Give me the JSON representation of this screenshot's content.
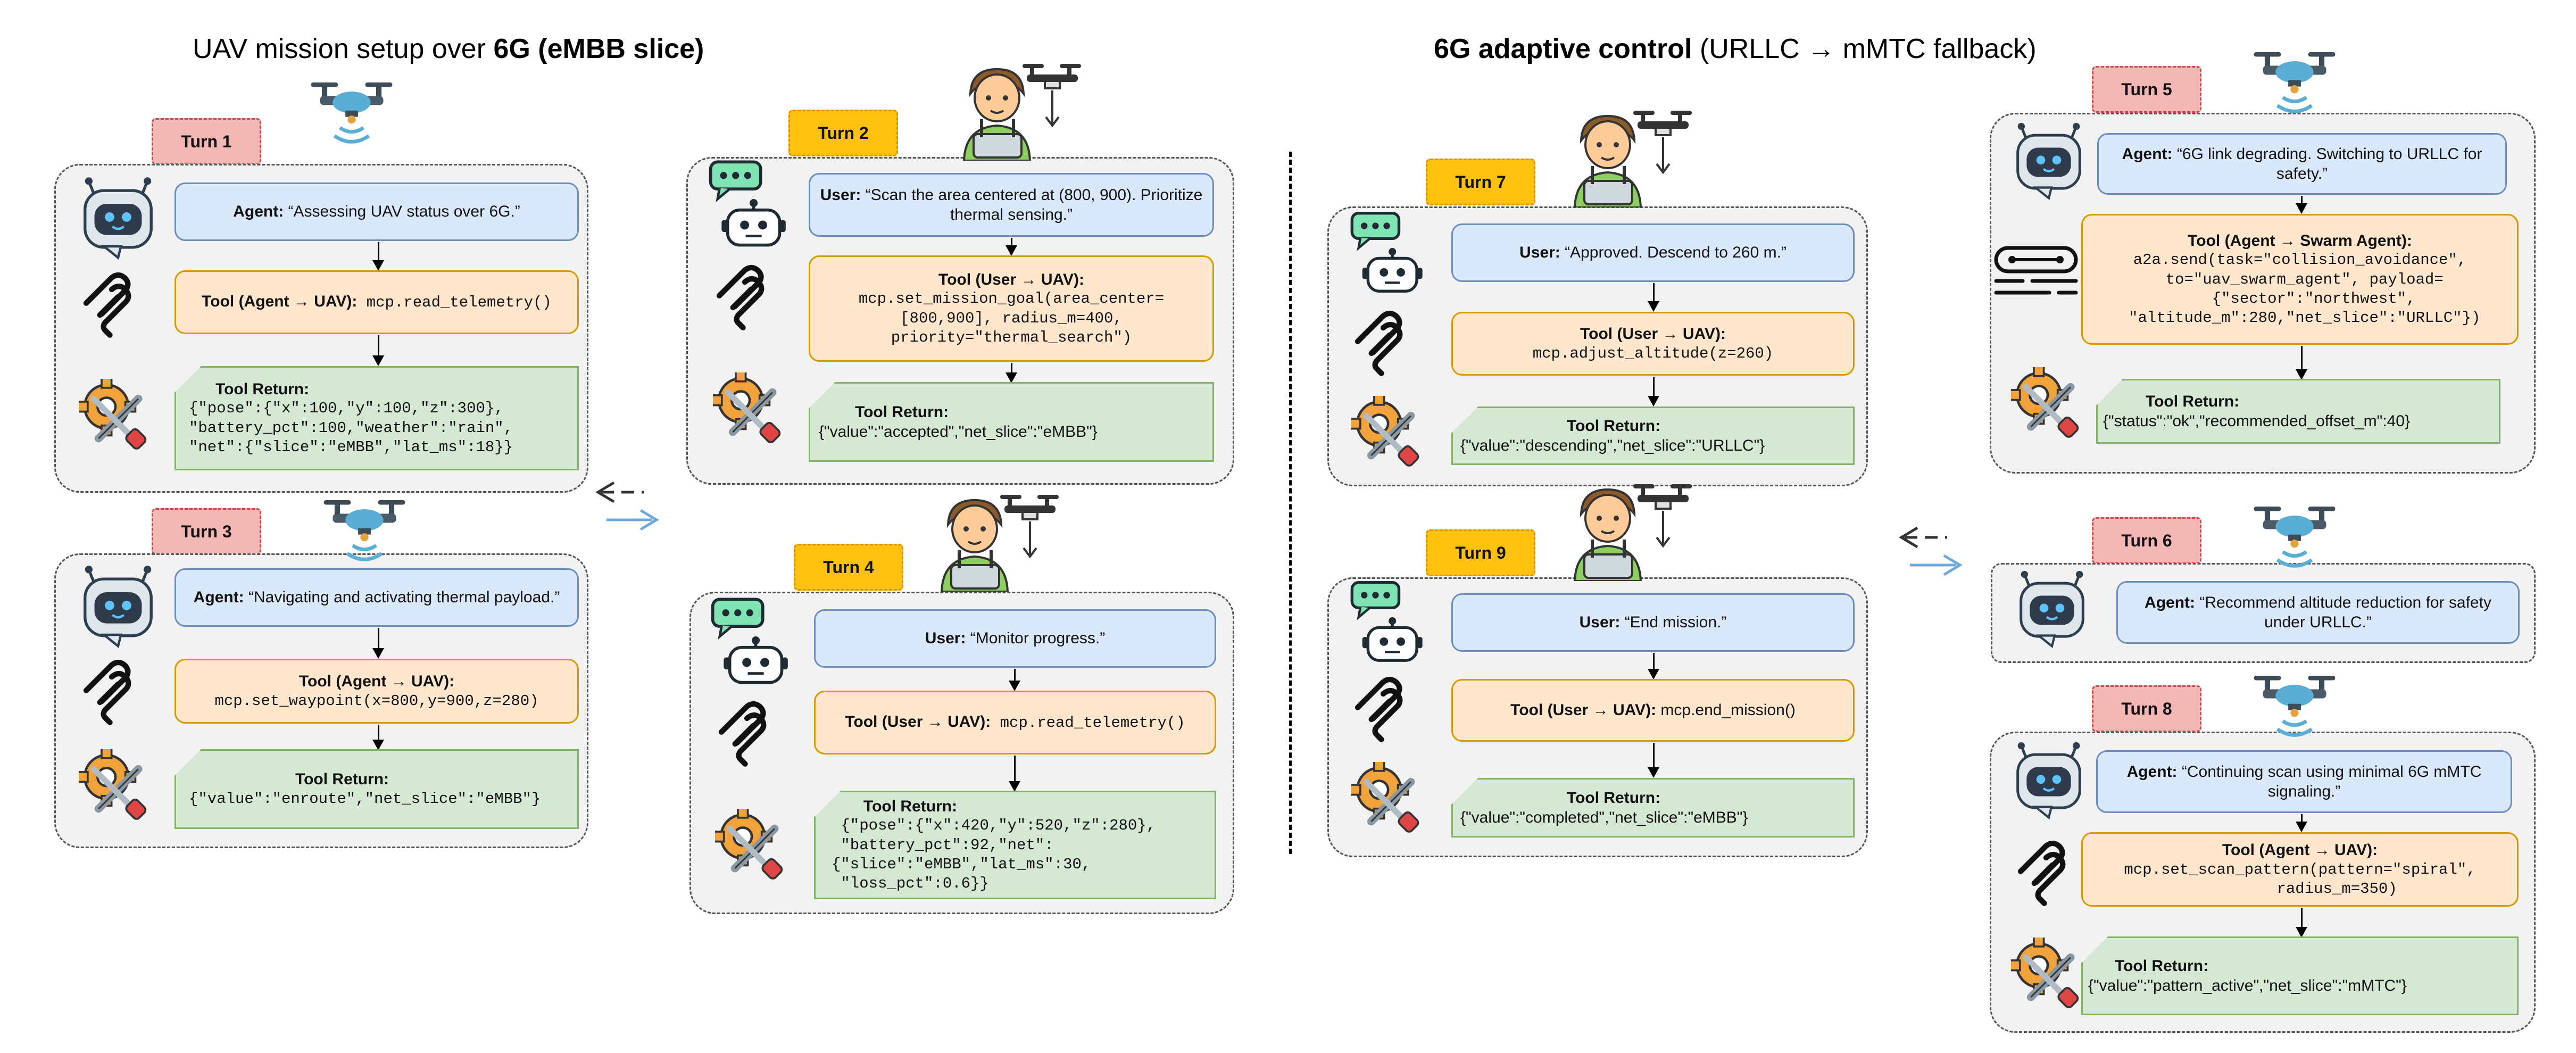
{
  "titles": {
    "left_normal": "UAV mission setup over ",
    "left_bold": "6G (eMBB slice)",
    "right_bold": "6G adaptive control",
    "right_normal": " (URLLC → mMTC fallback)"
  },
  "turns": {
    "t1": {
      "label": "Turn 1",
      "agent_label": "Agent:",
      "agent_text": " “Assessing UAV status over 6G.”",
      "tool_label": "Tool (Agent → UAV):",
      "tool_code": " mcp.read_telemetry()",
      "return_label": "Tool Return:",
      "return_code": "{\"pose\":{\"x\":100,\"y\":100,\"z\":300},\n\"battery_pct\":100,\"weather\":\"rain\",\n\"net\":{\"slice\":\"eMBB\",\"lat_ms\":18}}"
    },
    "t2": {
      "label": "Turn 2",
      "user_label": "User:",
      "user_text": " “Scan the area centered at (800, 900). Prioritize thermal sensing.”",
      "tool_label": "Tool (User → UAV):",
      "tool_code": "mcp.set_mission_goal(area_center=\n[800,900], radius_m=400,\npriority=\"thermal_search\")",
      "return_label": "Tool Return:",
      "return_text": "{\"value\":\"accepted\",\"net_slice\":\"eMBB\"}"
    },
    "t3": {
      "label": "Turn 3",
      "agent_label": "Agent:",
      "agent_text": " “Navigating and activating thermal payload.”",
      "tool_label": "Tool (Agent → UAV):",
      "tool_code": "mcp.set_waypoint(x=800,y=900,z=280)",
      "return_label": "Tool Return:",
      "return_code": "{\"value\":\"enroute\",\"net_slice\":\"eMBB\"}"
    },
    "t4": {
      "label": "Turn 4",
      "user_label": "User:",
      "user_text": " “Monitor progress.”",
      "tool_label": "Tool (User → UAV):",
      "tool_code": " mcp.read_telemetry()",
      "return_label": "Tool Return:",
      "return_code": " {\"pose\":{\"x\":420,\"y\":520,\"z\":280},\n \"battery_pct\":92,\"net\":\n{\"slice\":\"eMBB\",\"lat_ms\":30,\n \"loss_pct\":0.6}}"
    },
    "t5": {
      "label": "Turn 5",
      "agent_label": "Agent:",
      "agent_text": " “6G link degrading. Switching to URLLC for safety.”",
      "tool_label": "Tool (Agent → Swarm Agent):",
      "tool_code": "a2a.send(task=\"collision_avoidance\",\n to=\"uav_swarm_agent\", payload=\n   {\"sector\":\"northwest\",\n \"altitude_m\":280,\"net_slice\":\"URLLC\"})",
      "return_label": "Tool Return:",
      "return_text": "{\"status\":\"ok\",\"recommended_offset_m\":40}"
    },
    "t6": {
      "label": "Turn 6",
      "agent_label": "Agent:",
      "agent_text": " “Recommend altitude reduction for safety under URLLC.”"
    },
    "t7": {
      "label": "Turn 7",
      "user_label": "User:",
      "user_text": " “Approved. Descend to 260 m.”",
      "tool_label": "Tool (User → UAV):",
      "tool_code": "mcp.adjust_altitude(z=260)",
      "return_label": "Tool Return:",
      "return_text": "{\"value\":\"descending\",\"net_slice\":\"URLLC\"}"
    },
    "t8": {
      "label": "Turn 8",
      "agent_label": "Agent:",
      "agent_text": " “Continuing scan using minimal 6G mMTC signaling.”",
      "tool_label": "Tool (Agent → UAV):",
      "tool_code": "mcp.set_scan_pattern(pattern=\"spiral\",\n        radius_m=350)",
      "return_label": "Tool Return:",
      "return_text": "{\"value\":\"pattern_active\",\"net_slice\":\"mMTC\"}"
    },
    "t9": {
      "label": "Turn 9",
      "user_label": "User:",
      "user_text": " “End mission.”",
      "tool_label": "Tool (User → UAV):",
      "tool_text": " mcp.end_mission()",
      "return_label": "Tool Return:",
      "return_text": "{\"value\":\"completed\",\"net_slice\":\"eMBB\"}"
    }
  },
  "colors": {
    "agent_box": "#dae8fc",
    "tool_box": "#ffe6cc",
    "return_box": "#d5e8d4",
    "turn_red": "#f3b7b5",
    "turn_orange": "#ffc10f",
    "arrow_blue": "#6fa8dc"
  },
  "icons": [
    "drone-icon",
    "robot-icon",
    "chatbot-icon",
    "operator-icon",
    "mcp-icon",
    "a2a-icon",
    "tools-icon"
  ]
}
